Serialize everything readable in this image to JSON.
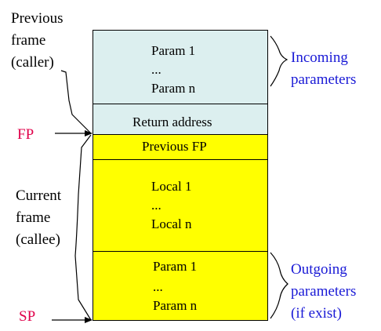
{
  "left_labels": {
    "previous_frame": [
      "Previous",
      "frame",
      "(caller)"
    ],
    "current_frame": [
      "Current",
      "frame",
      "(callee)"
    ],
    "fp": "FP",
    "sp": "SP"
  },
  "right_labels": {
    "incoming": [
      "Incoming",
      "parameters"
    ],
    "outgoing": [
      "Outgoing",
      "parameters",
      "(if exist)"
    ]
  },
  "stack": {
    "incoming_params": {
      "first": "Param 1",
      "ellipsis": "...",
      "last": "Param n"
    },
    "return_address": "Return address",
    "previous_fp": "Previous FP",
    "locals": {
      "first": "Local 1",
      "ellipsis": "...",
      "last": "Local n"
    },
    "outgoing_params": {
      "first": "Param 1",
      "ellipsis": "...",
      "last": "Param n"
    }
  },
  "colors": {
    "caller_frame": "#dcefef",
    "callee_frame": "#ffff00",
    "annotation_blue": "#1a1ad6",
    "pointer_red": "#e0004a"
  }
}
